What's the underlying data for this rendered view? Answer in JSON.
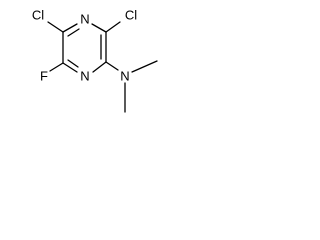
{
  "molecule": {
    "atoms": {
      "cl_left": "Cl",
      "cl_right": "Cl",
      "n_top": "N",
      "n_bottom": "N",
      "fluorine": "F",
      "n_amine": "N"
    }
  }
}
